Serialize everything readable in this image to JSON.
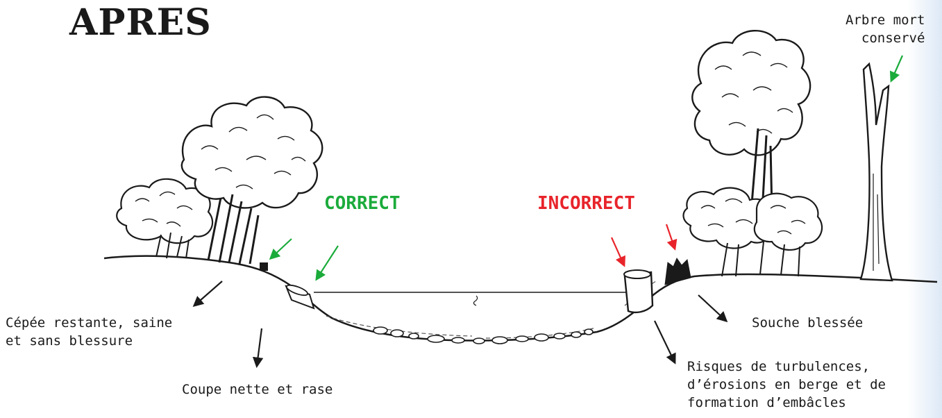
{
  "title": "APRES",
  "verdicts": {
    "correct": "CORRECT",
    "incorrect": "INCORRECT"
  },
  "labels": {
    "cepee": [
      "Cépée restante, saine",
      "et sans blessure"
    ],
    "coupe": "Coupe nette et rase",
    "souche": "Souche blessée",
    "risques": [
      "Risques de turbulences,",
      "d’érosions en berge et de",
      "formation d’embâcles"
    ],
    "arbre_mort": [
      "Arbre mort",
      "conservé"
    ]
  },
  "colors": {
    "correct": "#1bab3b",
    "incorrect": "#e8242b",
    "ink": "#1a1a1a"
  }
}
